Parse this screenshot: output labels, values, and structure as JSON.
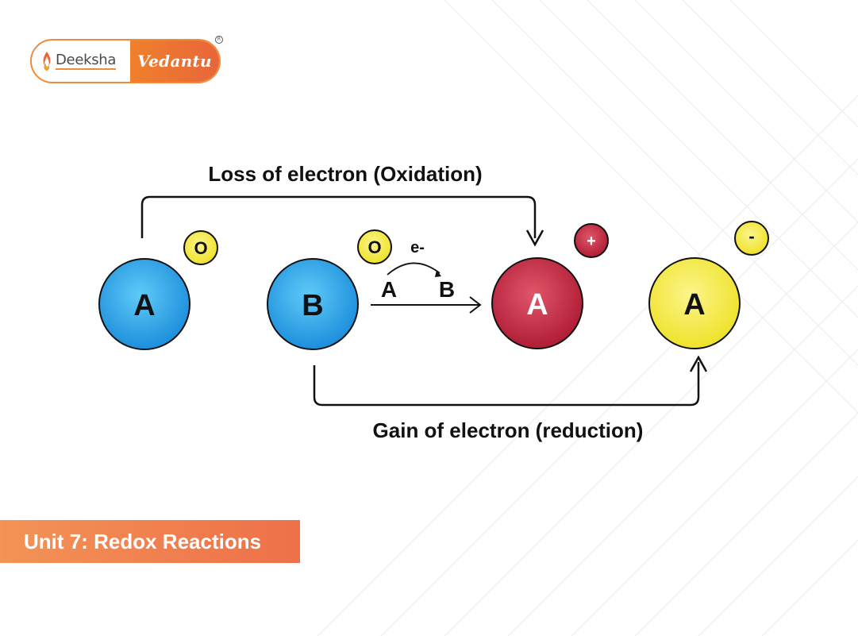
{
  "logo": {
    "left_text": "Deeksha",
    "right_text": "Vedantu",
    "registered_mark": "R"
  },
  "diagram": {
    "top_label": "Loss of electron (Oxidation)",
    "bottom_label": "Gain of electron (reduction)",
    "atoms": [
      {
        "id": "atom-a-left",
        "label": "A",
        "badge": "O",
        "color": "#2f9fe6"
      },
      {
        "id": "atom-b",
        "label": "B",
        "badge": "O",
        "color": "#2f9fe6"
      },
      {
        "id": "atom-a-cation",
        "label": "A",
        "badge": "+",
        "color": "#c3273d"
      },
      {
        "id": "atom-a-anion",
        "label": "A",
        "badge": "-",
        "color": "#f4e93e"
      }
    ],
    "transfer": {
      "electron_label": "e-",
      "from_label": "A",
      "to_label": "B"
    }
  },
  "footer": {
    "unit_title": "Unit 7: Redox Reactions"
  },
  "colors": {
    "accent_orange": "#ee7049",
    "blue_atom": "#2f9fe6",
    "red_atom": "#c3273d",
    "yellow_atom": "#f4e93e"
  }
}
